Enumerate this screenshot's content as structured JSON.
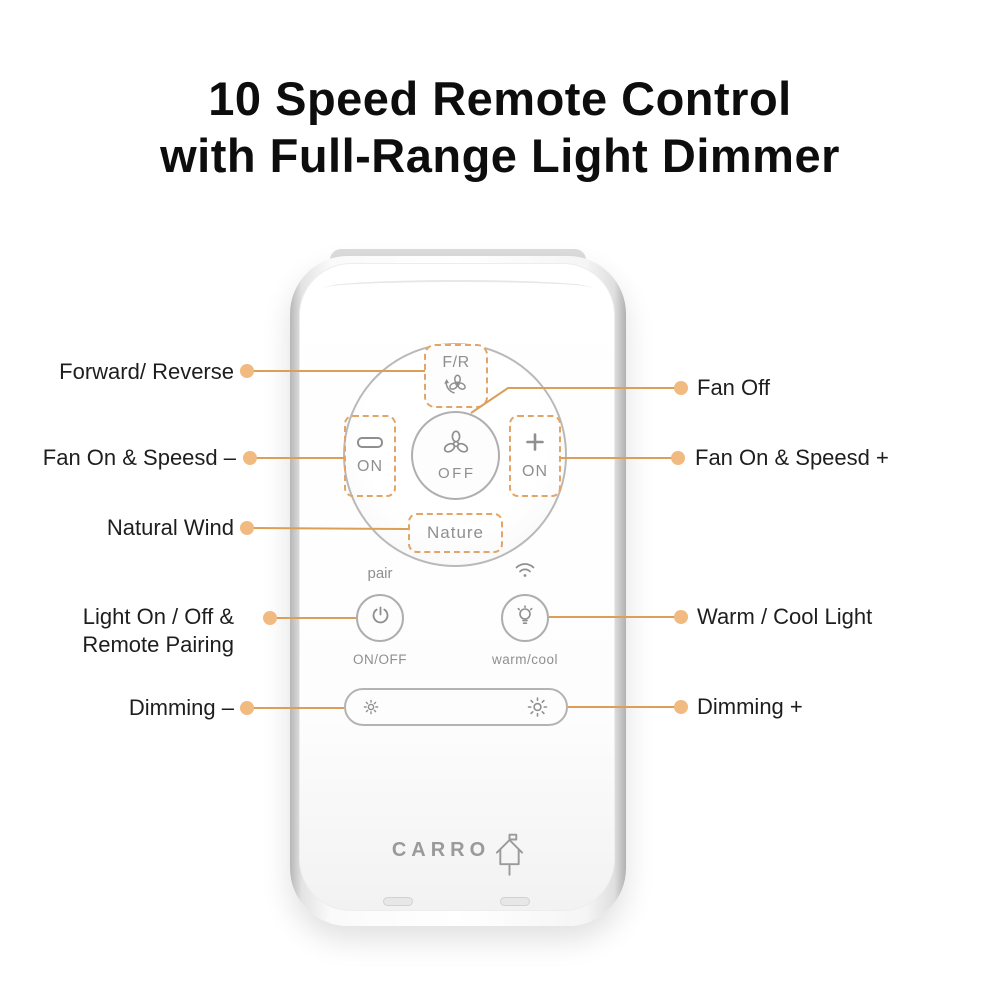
{
  "title": {
    "line1": "10 Speed Remote Control",
    "line2": "with Full-Range Light Dimmer"
  },
  "callouts": {
    "forward_reverse": "Forward/ Reverse",
    "fan_on_minus": "Fan On & Speesd –",
    "natural_wind": "Natural Wind",
    "light_pair_line1": "Light On / Off &",
    "light_pair_line2": "Remote Pairing",
    "dimming_minus": "Dimming –",
    "fan_off": "Fan Off",
    "fan_on_plus": "Fan On & Speesd +",
    "warm_cool": "Warm / Cool Light",
    "dimming_plus": "Dimming +"
  },
  "remote": {
    "fr_button": "F/R",
    "off_button": "OFF",
    "on_minus": "ON",
    "on_plus": "ON",
    "nature_button": "Nature",
    "pair_label": "pair",
    "onoff_label": "ON/OFF",
    "warmcool_label": "warm/cool",
    "brand": "CARRO"
  },
  "icons": {
    "fan_direction": "fan-with-reverse-arrow",
    "fan": "three-blade-fan",
    "minus": "minus-bar",
    "plus": "plus-sign",
    "power": "power-symbol",
    "wifi": "wifi-waves",
    "bulb": "light-bulb",
    "sun_dim": "small-sun",
    "sun_bright": "large-sun",
    "house": "house-with-flag"
  },
  "colors": {
    "callout_line": "#DB9F58",
    "callout_dot": "#F1BA80",
    "highlight_dash": "#E2A566",
    "remote_print": "#8f8f8f"
  }
}
